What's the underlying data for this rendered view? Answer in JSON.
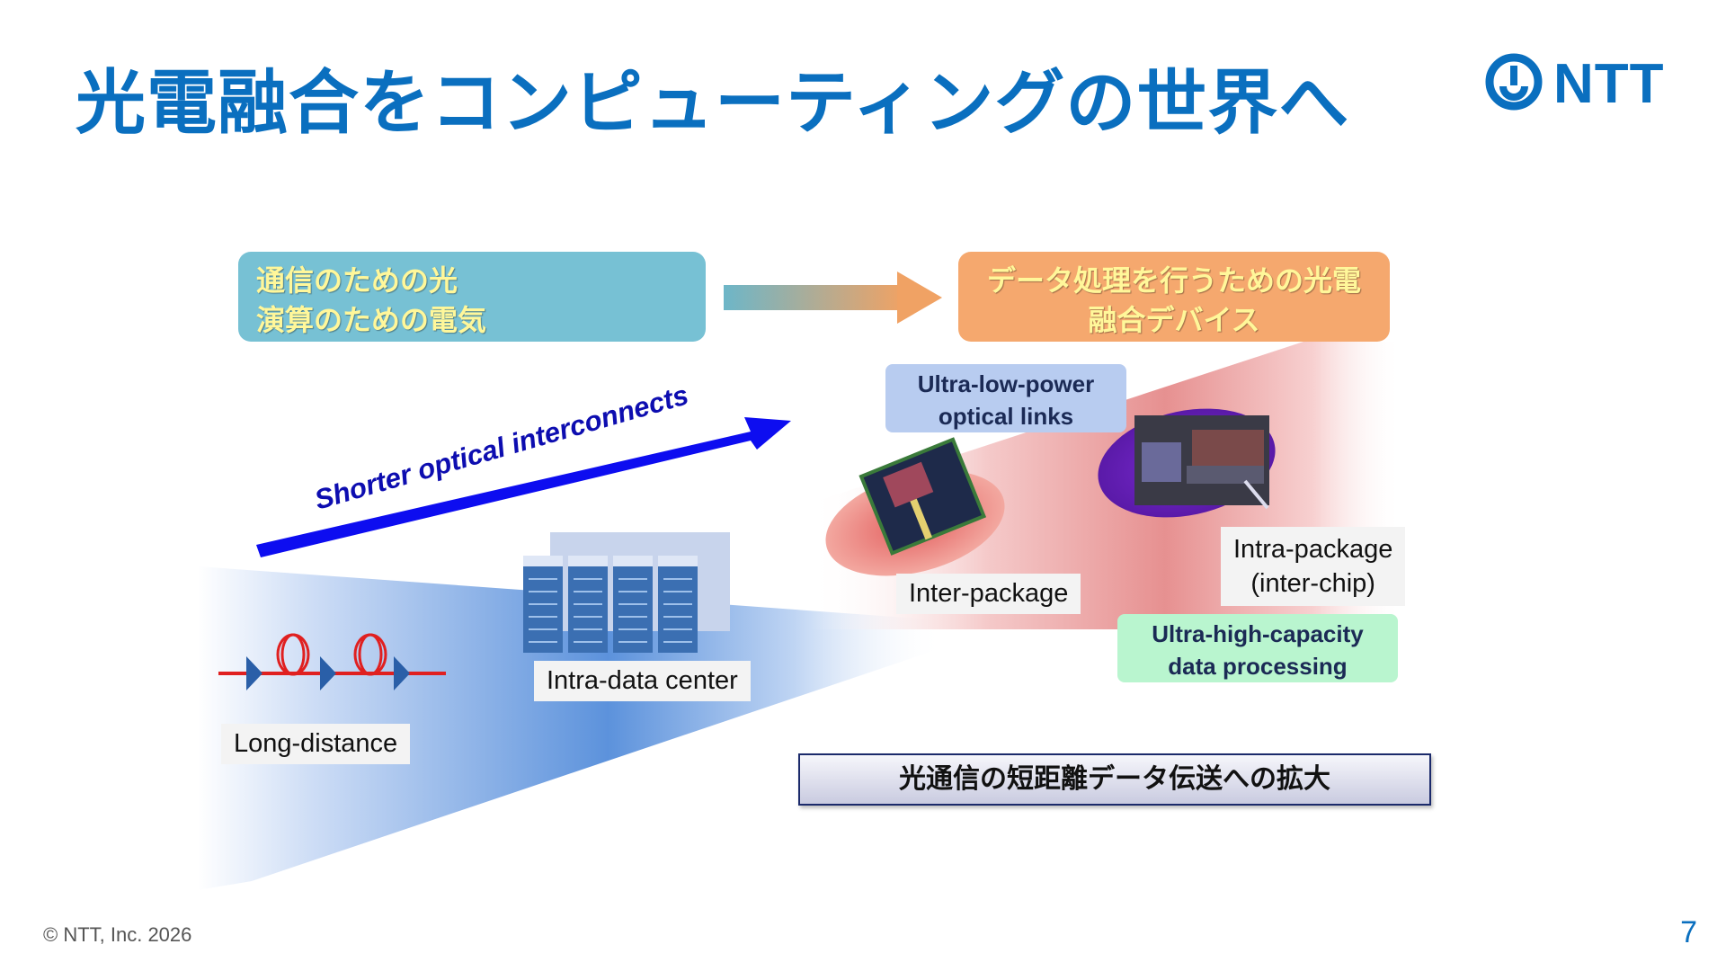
{
  "title": "光電融合をコンピューティングの世界へ",
  "logo": {
    "text": "NTT"
  },
  "boxes": {
    "left_line1": "通信のための光",
    "left_line2": "演算のための電気",
    "right_line1": "データ処理を行うための光電",
    "right_line2": "融合デバイス"
  },
  "arrow_label": "Shorter optical interconnects",
  "labels": {
    "long_distance": "Long-distance",
    "intra_dc": "Intra-data center",
    "inter_package": "Inter-package",
    "intra_package_line1": "Intra-package",
    "intra_package_line2": "(inter-chip)"
  },
  "tags": {
    "blue_line1": "Ultra-low-power",
    "blue_line2": "optical links",
    "green_line1": "Ultra-high-capacity",
    "green_line2": "data processing"
  },
  "summary": "光通信の短距離データ伝送への拡大",
  "footer": "© NTT, Inc.  2026",
  "page_number": "7",
  "colors": {
    "brand": "#0a6fbf",
    "arrow": "#0d0df0",
    "fiber": "#e02020",
    "amplifier": "#2a5fa8"
  }
}
